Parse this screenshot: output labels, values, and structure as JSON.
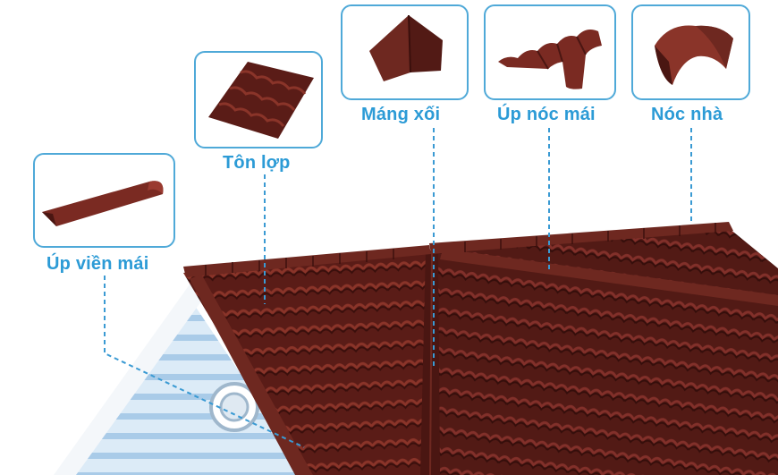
{
  "colors": {
    "label": "#2c9bd6",
    "card_border": "#4fa9d8",
    "roof": "#5a1c17",
    "tile": "#7a2a22"
  },
  "parts": [
    {
      "id": "up-vien-mai",
      "label": "Úp viền mái",
      "icon": "edge-trim-icon"
    },
    {
      "id": "ton-lop",
      "label": "Tôn lợp",
      "icon": "roof-sheet-icon"
    },
    {
      "id": "mang-xoi",
      "label": "Máng xối",
      "icon": "gutter-valley-icon"
    },
    {
      "id": "up-noc-mai",
      "label": "Úp nóc mái",
      "icon": "ridge-cap-icon"
    },
    {
      "id": "noc-nha",
      "label": "Nóc nhà",
      "icon": "ridge-end-cap-icon"
    }
  ]
}
